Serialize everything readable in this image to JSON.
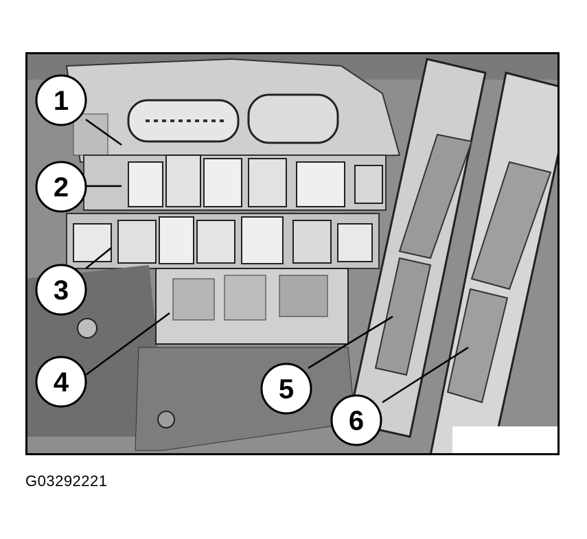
{
  "figure": {
    "id": "G03292221",
    "callouts": [
      {
        "number": "1"
      },
      {
        "number": "2"
      },
      {
        "number": "3"
      },
      {
        "number": "4"
      },
      {
        "number": "5"
      },
      {
        "number": "6"
      }
    ]
  },
  "colors": {
    "frame": "#000000",
    "background_gray": "#8c8c8c",
    "dark_gray": "#5a5a5a",
    "light_gray": "#d8d8d8",
    "white": "#ffffff"
  }
}
